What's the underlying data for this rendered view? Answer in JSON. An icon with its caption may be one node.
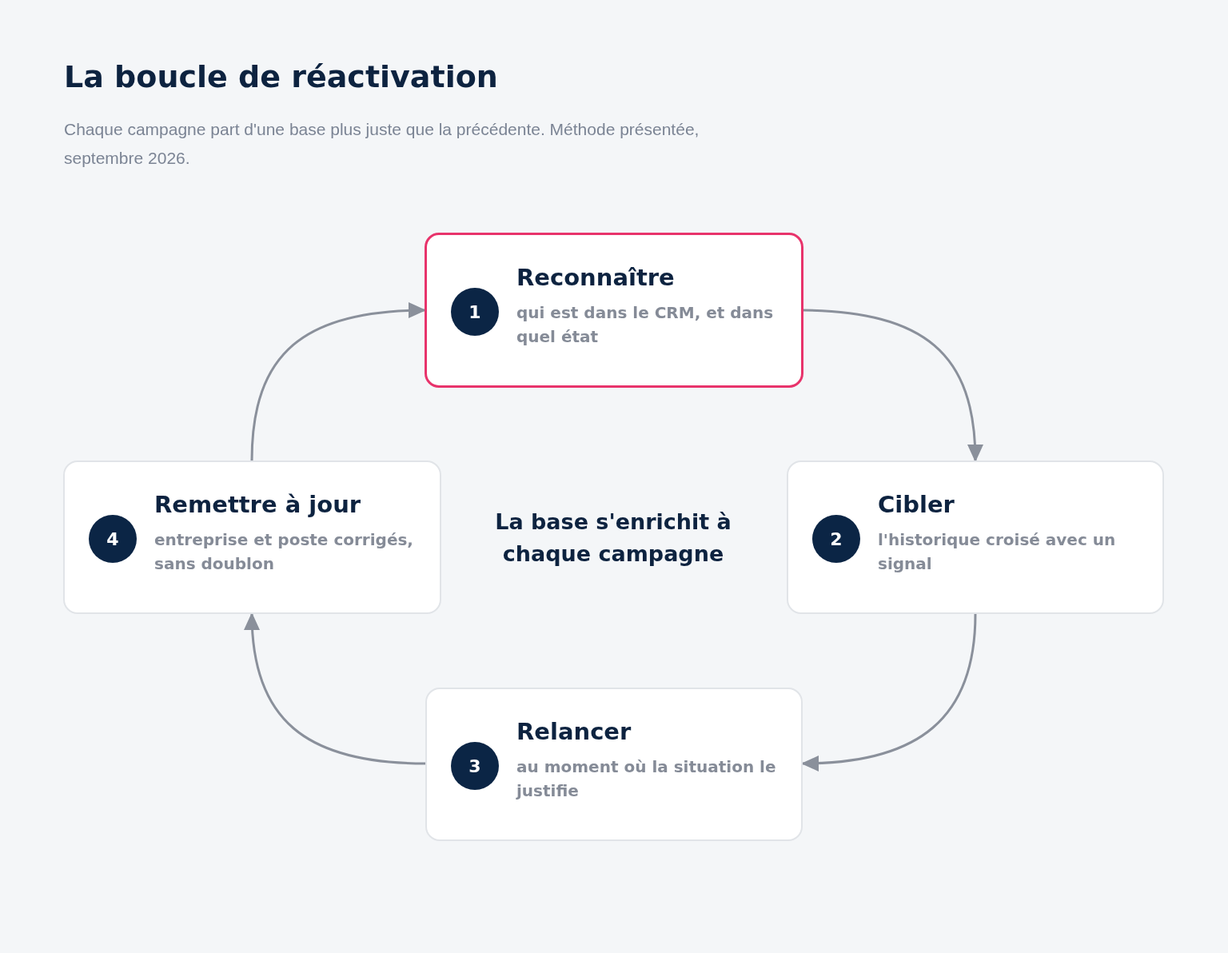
{
  "diagram": {
    "title": "La boucle de réactivation",
    "caption": "Chaque campagne part d'une base plus juste que la précédente. Méthode présentée, septembre 2026.",
    "nodes": [
      {
        "text": [
          "1",
          "Reconnaître",
          "qui est dans le CRM, et dans quel état"
        ]
      },
      {
        "text": [
          "2",
          "Cibler",
          "l'historique croisé avec un signal"
        ]
      },
      {
        "text": [
          "3",
          "Relancer",
          "au moment où la situation le justifie"
        ]
      },
      {
        "text": [
          "4",
          "Remettre à jour",
          "entreprise et poste corrigés, sans doublon"
        ]
      }
    ],
    "edges": [
      {
        "from": 0,
        "to": 1,
        "arrow": "to"
      },
      {
        "from": 1,
        "to": 2,
        "arrow": "to"
      },
      {
        "from": 2,
        "to": 3,
        "arrow": "to"
      },
      {
        "from": 3,
        "to": 0,
        "arrow": "to"
      }
    ],
    "labels": [
      "La base s'enrichit à chaque campagne"
    ]
  }
}
